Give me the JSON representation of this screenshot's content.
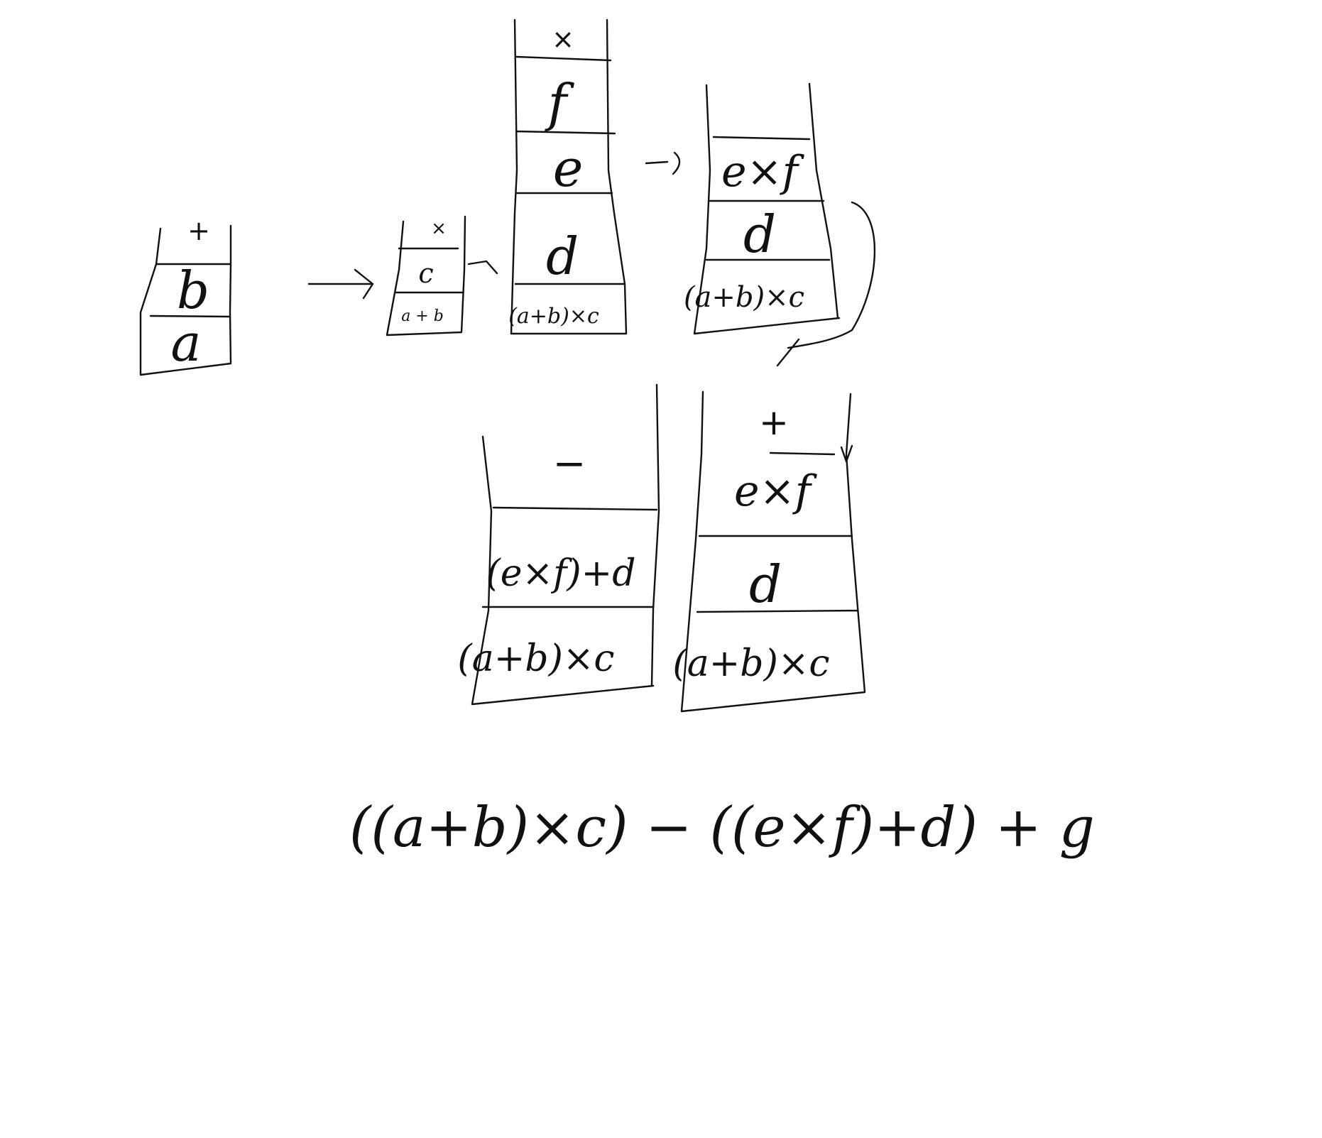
{
  "stacks": {
    "s1": {
      "top": "+",
      "cells": [
        "b",
        "a"
      ]
    },
    "s2": {
      "top": "×",
      "cells": [
        "c",
        "a + b"
      ]
    },
    "s3": {
      "top": "×",
      "cells": [
        "f",
        "e",
        "d",
        "(a+b)×c"
      ]
    },
    "s4": {
      "cells": [
        "e×f",
        "d",
        "(a+b)×c"
      ]
    },
    "s5": {
      "top": "+",
      "cells": [
        "e×f",
        "d",
        "(a+b)×c"
      ]
    },
    "s6": {
      "top": "−",
      "cells": [
        "(e×f)+d",
        "(a+b)×c"
      ]
    }
  },
  "expression": "((a+b)×c) − ((e×f)+d) + g"
}
